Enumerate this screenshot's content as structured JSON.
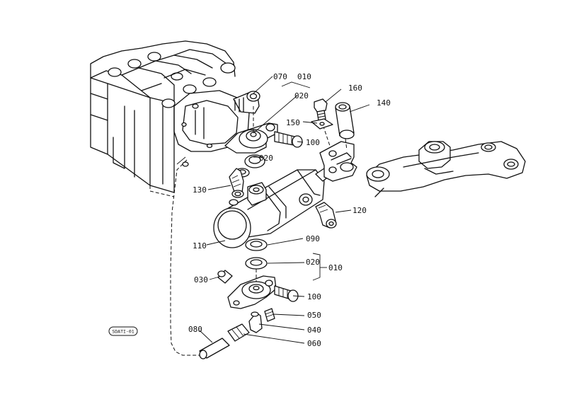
{
  "parts": {
    "p010_top": "010",
    "p070": "070",
    "p020_a": "020",
    "p160": "160",
    "p140": "140",
    "p150": "150",
    "p100_top": "100",
    "p020_b": "020",
    "p130": "130",
    "p120": "120",
    "p110": "110",
    "p090": "090",
    "p020_c": "020",
    "p010_bot": "010",
    "p030": "030",
    "p100_bot": "100",
    "p050": "050",
    "p040": "040",
    "p080": "080",
    "p060": "060"
  },
  "stamp_code": "SDATI-01"
}
